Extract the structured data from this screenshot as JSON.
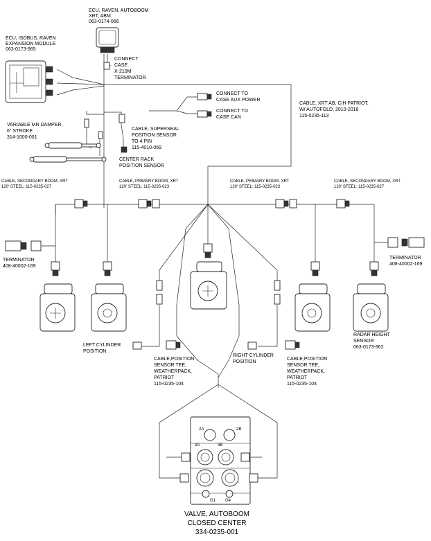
{
  "labels": {
    "ecu_abm": [
      "ECU, RAVEN, AUTOBOOM",
      "XRT, ABM",
      "063-0174-066"
    ],
    "ecu_isobus": [
      "ECU, ISOBUS, RAVEN",
      "EXPANSION MODULE",
      "063-0173-965"
    ],
    "connect_case": [
      "CONNECT",
      "CASE",
      "X-210M",
      "TERMINATOR"
    ],
    "aux_power": [
      "CONNECT TO",
      "CASE AUX POWER"
    ],
    "case_can": [
      "CONNECT TO",
      "CASE CAN"
    ],
    "cable_xrt_ab": [
      "CABLE, XRT AB, CIH PATRIOT,",
      "W/ AUTOFOLD, 2010-2018",
      "115-0235-113"
    ],
    "damper": [
      "VARIABLE MR DAMPER,",
      "6\" STROKE",
      "314-1000-001"
    ],
    "superseal": [
      "CABLE, SUPERSEAL",
      "POSITION SENSOR",
      "TO 4 PIN",
      "115-4010-069"
    ],
    "center_rack": [
      "CENTER RACK",
      "POSITION SENSOR"
    ],
    "sec_boom_left": [
      "CABLE, SECONDARY BOOM, XRT",
      "120' STEEL: 115-0235-027"
    ],
    "pri_boom_left": [
      "CABLE, PRIMARY BOOM, XRT",
      "120' STEEL: 115-0235-023"
    ],
    "pri_boom_right": [
      "CABLE, PRIMARY BOOM, XRT",
      "120' STEEL: 115-0235-023"
    ],
    "sec_boom_right": [
      "CABLE, SECONDARY BOOM, XRT",
      "120' STEEL: 115-0235-027"
    ],
    "term_left": [
      "TERMINATOR",
      "408-40002-169"
    ],
    "term_right": [
      "TERMINATOR",
      "408-40002-169"
    ],
    "radar": [
      "RADAR HEIGHT",
      "SENSOR",
      "063-0173-962"
    ],
    "left_cyl": [
      "LEFT CYLINDER",
      "POSITION"
    ],
    "right_cyl": [
      "RIGHT CYLINDER",
      "POSITION"
    ],
    "tee_left": [
      "CABLE,POSITION",
      "SENSOR TEE,",
      "WEATHERPACK,",
      "PATRIOT",
      "115-0235-104"
    ],
    "tee_right": [
      "CABLE,POSITION",
      "SENSOR TEE,",
      "WEATHERPACK,",
      "PATRIOT",
      "115-0235-104"
    ],
    "valve": [
      "VALVE, AUTOBOOM",
      "CLOSED CENTER",
      "334-0235-001"
    ],
    "ports": [
      "2A",
      "2B",
      "3A",
      "3B",
      "G1",
      "G4"
    ]
  }
}
